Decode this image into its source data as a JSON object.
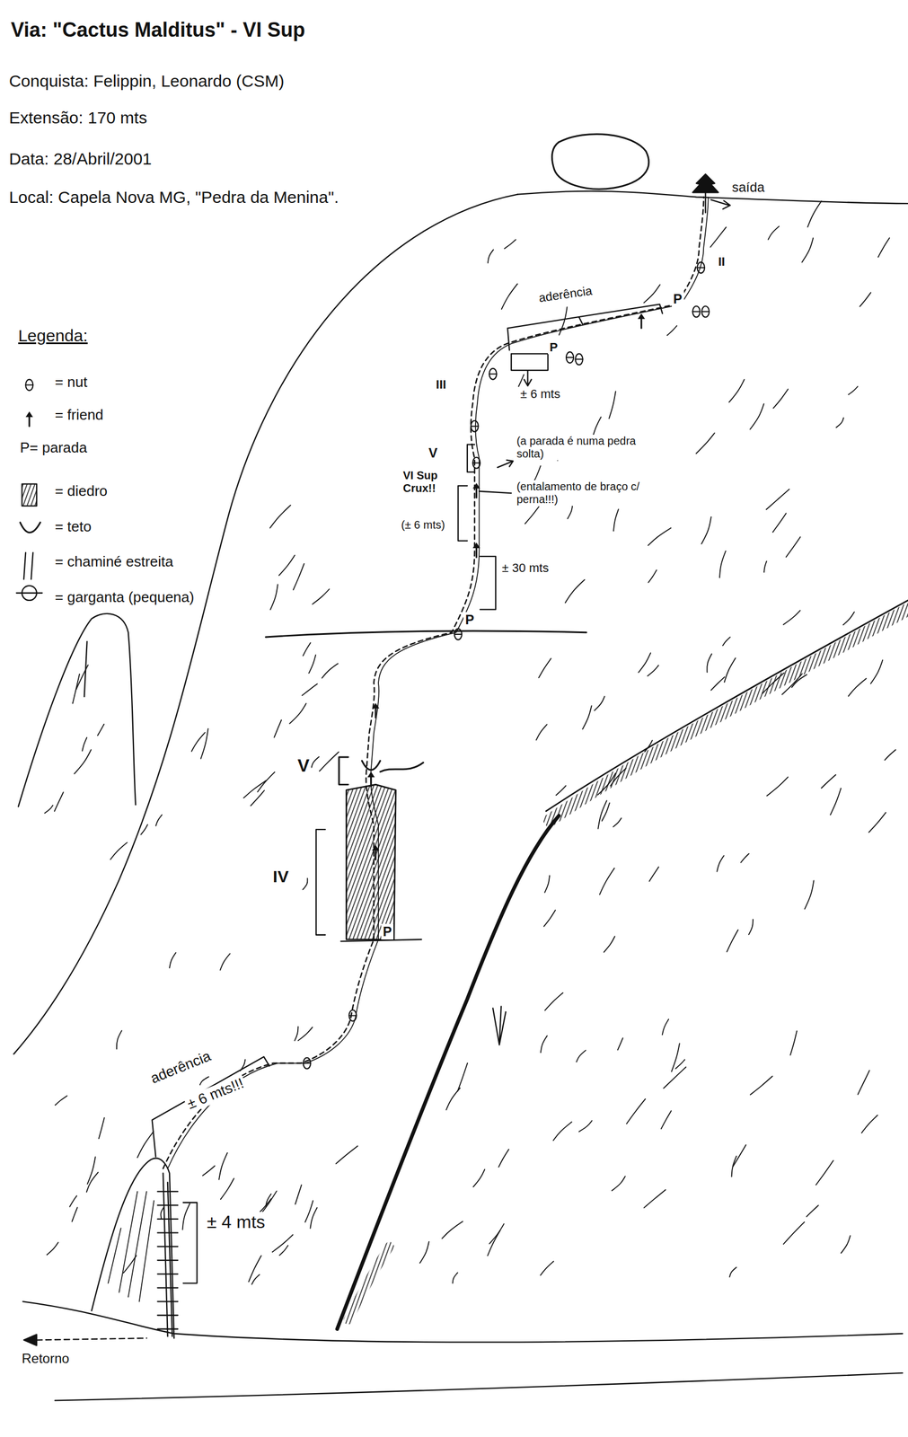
{
  "diagram": {
    "title": "Via: \"Cactus Malditus\" - VI Sup",
    "labels": [
      "Conquista: Felippin, Leonardo (CSM)",
      "Extensão: 170 mts",
      "Data: 28/Abril/2001",
      "Local: Capela Nova MG, \"Pedra da Menina\".",
      "Legenda:",
      "saída",
      "II",
      "aderência",
      "P",
      "P",
      "± 6 mts",
      "III",
      "V",
      "(a parada é numa pedra solta)",
      "VI Sup Crux!!",
      "(± 6 mts)",
      "(entalamento de braço c/ perna!!!)",
      "± 30 mts",
      "P",
      "V",
      "IV",
      "P",
      "aderência",
      "± 6 mts!!!",
      "± 4 mts",
      "Retorno"
    ],
    "legend": [
      {
        "text": "= nut"
      },
      {
        "text": "= friend"
      },
      {
        "text": "P= parada"
      },
      {
        "text": "= diedro"
      },
      {
        "text": "= teto"
      },
      {
        "text": "= chaminé estreita"
      },
      {
        "text": "= garganta (pequena)"
      }
    ]
  }
}
